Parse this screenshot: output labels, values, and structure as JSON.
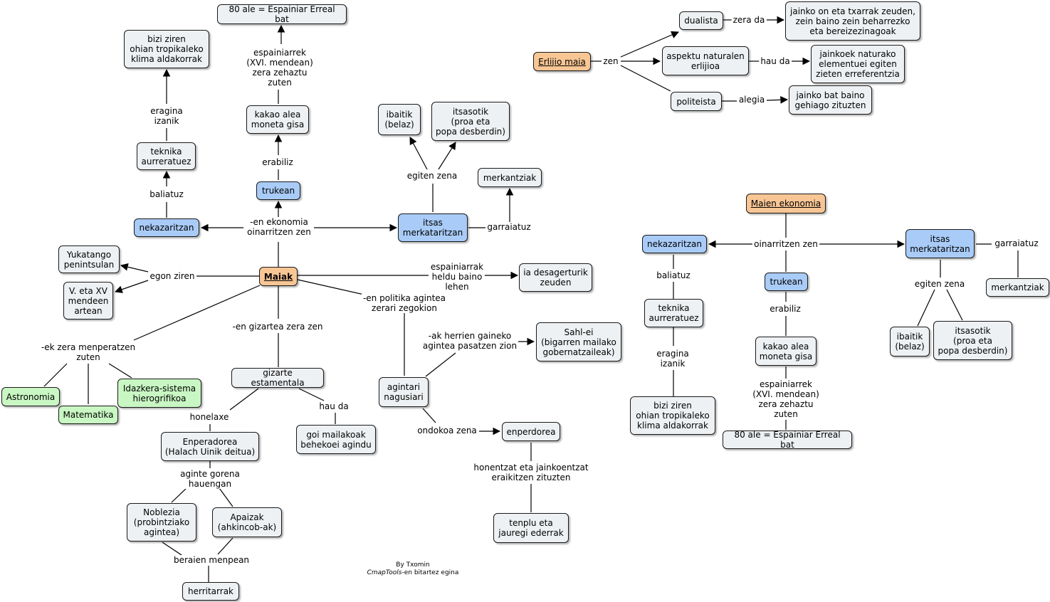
{
  "nodes": {
    "ale": "80 ale = Espainiar Erreal bat",
    "bizi": "bizi ziren\nohian tropikaleko\nklima aldakorrak",
    "kakao": "kakao alea\nmoneta gisa",
    "teknika": "teknika\naurreratuez",
    "trukean": "trukean",
    "ibaitik": "ibaitik\n(belaz)",
    "itsasotik": "itsasotik\n(proa eta\npopa desberdin)",
    "merkantziak": "merkantziak",
    "nekazaritzan": "nekazaritzan",
    "itsas": "itsas\nmerkataritzan",
    "yukatango": "Yukatango\npenintsulan",
    "maiak": "Maiak",
    "desagerturik": "ia desagerturik\nzeuden",
    "vxv": "V. eta XV\nmendeen\nartean",
    "sahl": "Sahl-ei\n(bigarren mailako\ngobernatzaileak)",
    "astronomia": "Astronomia",
    "idazkera": "Idazkera-sistema\nhierogrifikoa",
    "gizarte": "gizarte estamentala",
    "agintari": "agintari\nnagusiari",
    "matematika": "Matematika",
    "enperadorea": "Enperadorea\n(Halach Uinik deitua)",
    "goi": "goi mailakoak\nbehekoei agindu",
    "enperdorea": "enperdorea",
    "noblezia": "Noblezia\n(probintziako\nagintea)",
    "apaizak": "Apaizak\n(ahkincob-ak)",
    "tenplu": "tenplu eta\njauregi ederrak",
    "herritarrak": "herritarrak",
    "erlijio": "Erlijio maia",
    "dualista": "dualista",
    "jainko_on": "jainko on eta txarrak zeuden,\nzein baino zein beharrezko\neta bereizezinagoak",
    "aspektu": "aspektu naturalen\nerlijioa",
    "jainkoek": "jainkoek naturako\nelementuei egiten\nzieten erreferentzia",
    "politeista": "politeista",
    "jainko_bat": "jainko bat baino\ngehiago zituzten",
    "ekonomia": "Maien ekonomia",
    "r_nekazaritzan": "nekazaritzan",
    "r_itsas": "itsas\nmerkataritzan",
    "r_trukean": "trukean",
    "r_merkantziak": "merkantziak",
    "r_teknika": "teknika\naurreratuez",
    "r_kakao": "kakao alea\nmoneta gisa",
    "r_ibaitik": "ibaitik\n(belaz)",
    "r_itsasotik": "itsasotik\n(proa eta\npopa desberdin)",
    "r_bizi": "bizi ziren\nohian tropikaleko\nklima aldakorrak",
    "r_ale": "80 ale = Espainiar Erreal bat"
  },
  "labels": {
    "espainiarrek": "espainiarrek\n(XVI. mendean)\nzera zehaztu\nzuten",
    "eragina": "eragina\nizanik",
    "erabiliz": "erabiliz",
    "egiten_zena": "egiten zena",
    "baliatuz": "baliatuz",
    "en_ekonomia": "-en ekonomia\noinarritzen zen",
    "garraiatuz": "garraiatuz",
    "egon_ziren": "egon ziren",
    "espainiarrak_heldu": "espainiarrak\nheldu baino\nlehen",
    "en_politika": "-en politika agintea\nzerari zegokion",
    "en_gizartea": "-en gizartea zera zen",
    "ak_herrien": "-ak herrien gaineko\nagintea pasatzen zion",
    "ek_zera": "-ek zera menperatzen\nzuten",
    "honelaxe": "honelaxe",
    "hau_da": "hau da",
    "ondokoa_zena": "ondokoa zena",
    "aginte_gorena": "aginte gorena\nhauengan",
    "honentzat": "honentzat eta jainkoentzat\neraikitzen zituzten",
    "beraien_menpean": "beraien menpean",
    "zera_da": "zera da",
    "zen": "zen",
    "hau_da_r": "hau da",
    "alegia": "alegia",
    "oinarritzen_zen": "oinarritzen zen",
    "r_garraiatuz": "garraiatuz",
    "r_baliatuz": "baliatuz",
    "r_erabiliz": "erabiliz",
    "r_egiten_zena": "egiten zena",
    "r_eragina": "eragina\nizanik",
    "r_espainiarrek": "espainiarrek\n(XVI. mendean)\nzera zehaztu\nzuten"
  },
  "credit": {
    "author": "By Txomin",
    "tool": "CmapTools",
    "tool_suffix": "-en bitartez  egina"
  },
  "colors": {
    "concept": "#eef1f3",
    "blue": "#a9cbf7",
    "orange": "#f8c695",
    "green": "#c9f7c3",
    "line": "#1a1a1a"
  }
}
